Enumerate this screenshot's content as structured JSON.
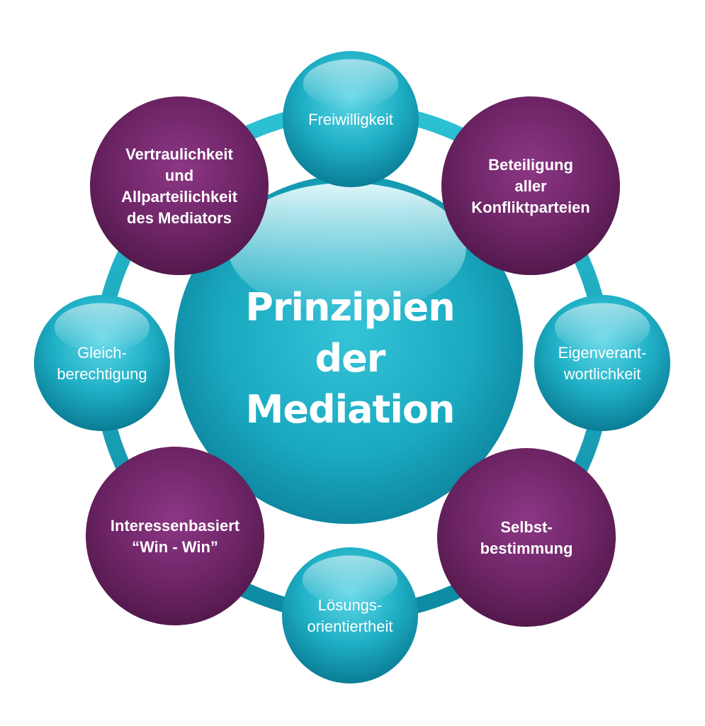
{
  "center": {
    "lines": [
      "Prinzipien",
      "der",
      "Mediation"
    ]
  },
  "principles": [
    {
      "id": "freiwilligkeit",
      "style": "teal",
      "lines": [
        "Freiwilligkeit"
      ]
    },
    {
      "id": "beteiligung",
      "style": "purple",
      "lines": [
        "Beteiligung",
        "aller",
        "Konfliktparteien"
      ]
    },
    {
      "id": "eigenverantwortlichkeit",
      "style": "teal",
      "lines": [
        "Eigenverant-",
        "wortlichkeit"
      ]
    },
    {
      "id": "selbstbestimmung",
      "style": "purple",
      "lines": [
        "Selbst-",
        "bestimmung"
      ]
    },
    {
      "id": "loesungsorientiertheit",
      "style": "teal",
      "lines": [
        "Lösungs-",
        "orientiertheit"
      ]
    },
    {
      "id": "interessenbasiert",
      "style": "purple",
      "lines": [
        "Interessenbasiert",
        "“Win - Win”"
      ]
    },
    {
      "id": "gleichberechtigung",
      "style": "teal",
      "lines": [
        "Gleich-",
        "berechtigung"
      ]
    },
    {
      "id": "vertraulichkeit",
      "style": "purple",
      "lines": [
        "Vertraulichkeit",
        "und",
        "Allparteilichkeit",
        "des Mediators"
      ]
    }
  ],
  "colors": {
    "teal_light": "#6fe0ec",
    "teal": "#1fb4c8",
    "teal_dark": "#0a7f96",
    "purple_light": "#8e3a86",
    "purple": "#6e2566",
    "purple_dark": "#4f1749",
    "ring": "#1aaec3"
  }
}
